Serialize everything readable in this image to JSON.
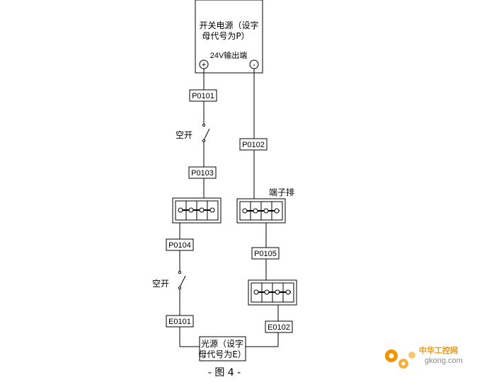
{
  "power_supply": {
    "title_line1": "开关电源（设字",
    "title_line2": "母代号为P）",
    "output_label": "24V输出端",
    "plus": "+",
    "minus": "-"
  },
  "wire_labels": {
    "p0101": "P0101",
    "p0102": "P0102",
    "p0103": "P0103",
    "p0104": "P0104",
    "p0105": "P0105",
    "e0101": "E0101",
    "e0102": "E0102"
  },
  "breaker_label": "空开",
  "terminal_block_label": "端子排",
  "light_source": {
    "line1": "光源（设字",
    "line2": "母代号为E）"
  },
  "figure_caption": "- 图 4 -",
  "watermark": {
    "brand": "中华工控网",
    "url": "gkong.com"
  }
}
